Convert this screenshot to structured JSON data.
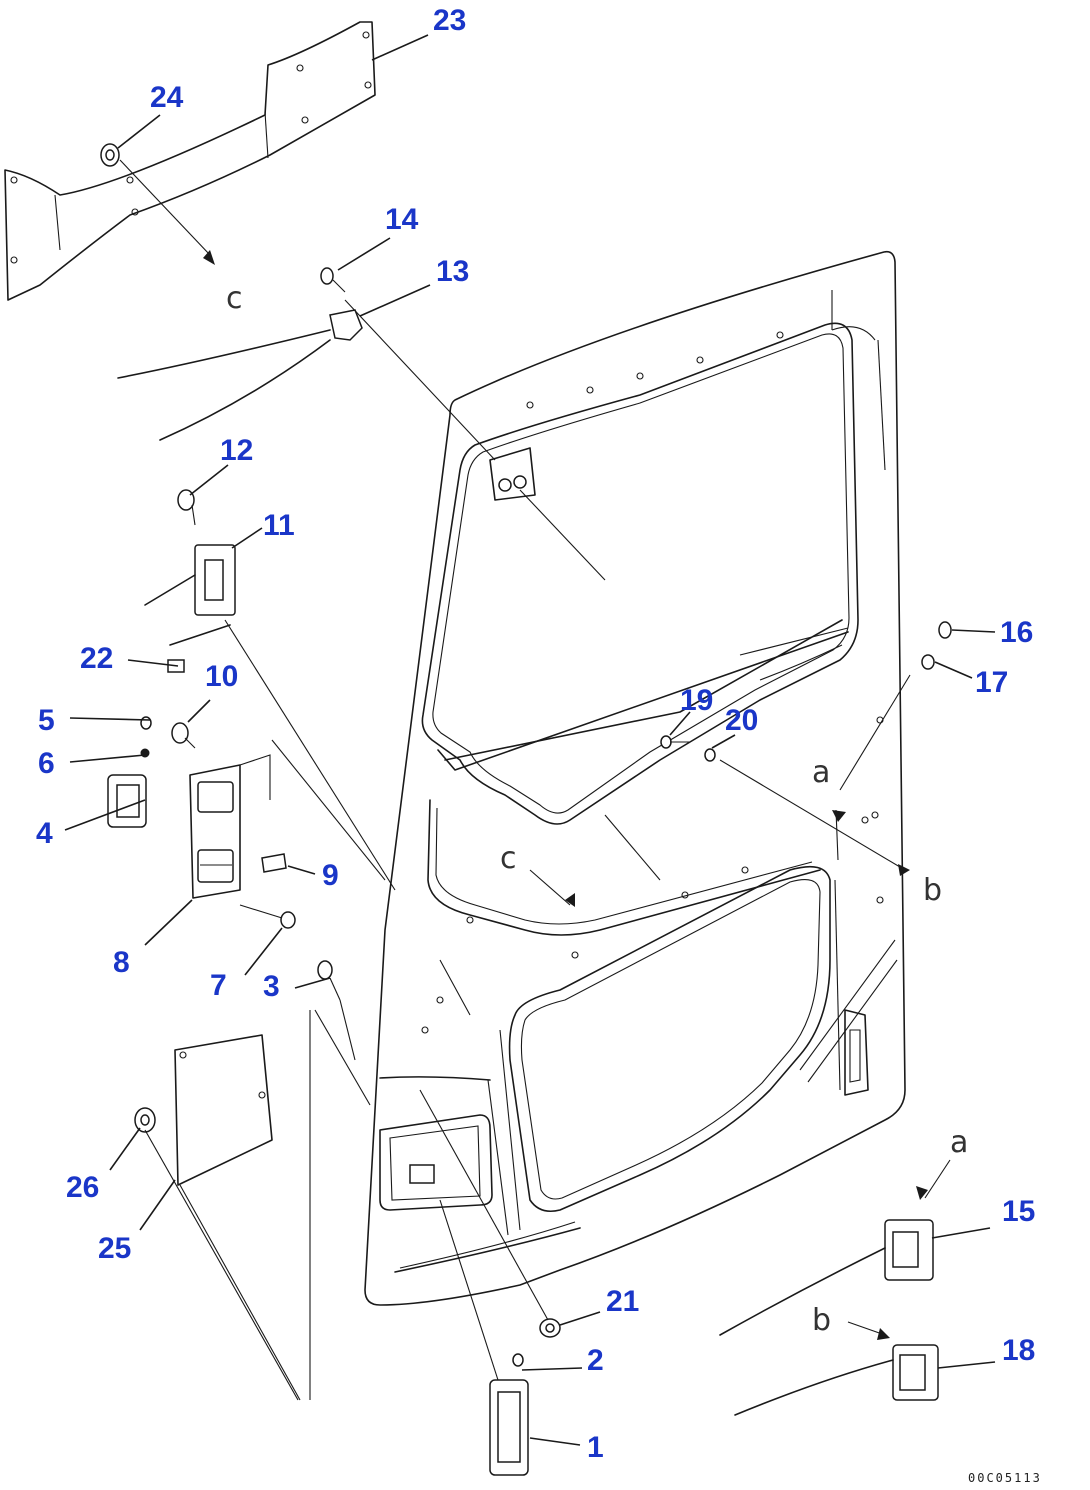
{
  "diagram": {
    "callouts": [
      {
        "id": "1",
        "label": "1"
      },
      {
        "id": "2",
        "label": "2"
      },
      {
        "id": "3",
        "label": "3"
      },
      {
        "id": "4",
        "label": "4"
      },
      {
        "id": "5",
        "label": "5"
      },
      {
        "id": "6",
        "label": "6"
      },
      {
        "id": "7",
        "label": "7"
      },
      {
        "id": "8",
        "label": "8"
      },
      {
        "id": "9",
        "label": "9"
      },
      {
        "id": "10",
        "label": "10"
      },
      {
        "id": "11",
        "label": "11"
      },
      {
        "id": "12",
        "label": "12"
      },
      {
        "id": "13",
        "label": "13"
      },
      {
        "id": "14",
        "label": "14"
      },
      {
        "id": "15",
        "label": "15"
      },
      {
        "id": "16",
        "label": "16"
      },
      {
        "id": "17",
        "label": "17"
      },
      {
        "id": "18",
        "label": "18"
      },
      {
        "id": "19",
        "label": "19"
      },
      {
        "id": "20",
        "label": "20"
      },
      {
        "id": "21",
        "label": "21"
      },
      {
        "id": "22",
        "label": "22"
      },
      {
        "id": "23",
        "label": "23"
      },
      {
        "id": "24",
        "label": "24"
      },
      {
        "id": "25",
        "label": "25"
      },
      {
        "id": "26",
        "label": "26"
      }
    ],
    "reference_letters": [
      "a",
      "a",
      "b",
      "b",
      "c",
      "c"
    ],
    "drawing_number": "00C05113",
    "colors": {
      "callout": "#1a36c8",
      "line": "#1a1a1a",
      "background": "#ffffff"
    }
  }
}
